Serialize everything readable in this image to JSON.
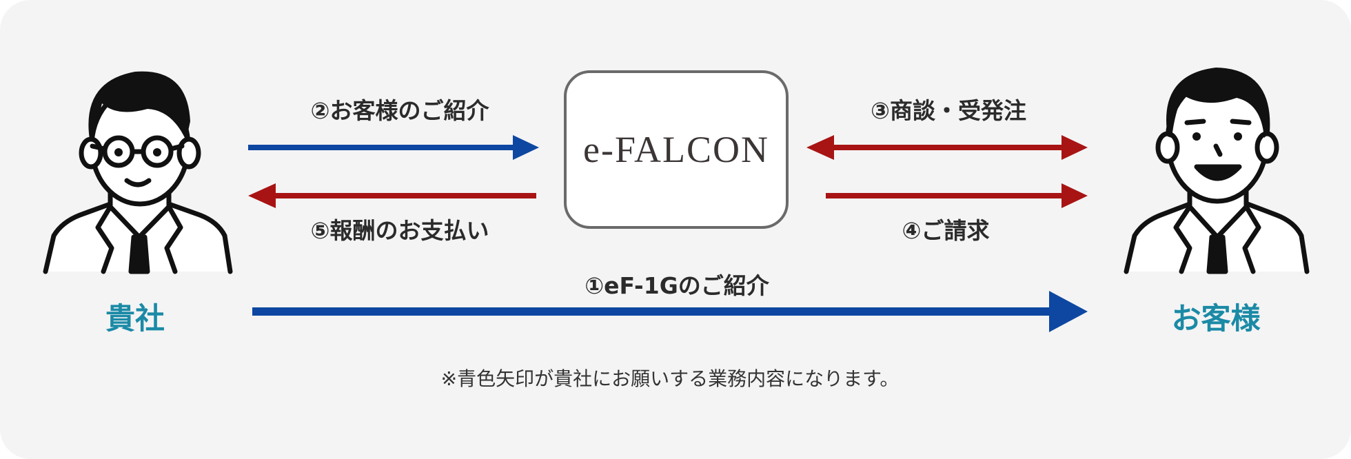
{
  "parties": {
    "left": "貴社",
    "right": "お客様"
  },
  "center_box": {
    "brand": "e-FALCON"
  },
  "flows": {
    "introduce_customer": "②お客様のご紹介",
    "payment": "⑤報酬のお支払い",
    "negotiation": "③商談・受発注",
    "billing": "④ご請求",
    "introduce_product": "①eF-1Gのご紹介"
  },
  "note": "※青色矢印が貴社にお願いする業務内容になります。",
  "colors": {
    "blue_arrow": "#0d47a1",
    "red_arrow": "#a81414",
    "party_label": "#1b8aa6"
  },
  "icons": {
    "left_person": "businessman-glasses-icon",
    "right_person": "businessman-smiling-icon"
  }
}
